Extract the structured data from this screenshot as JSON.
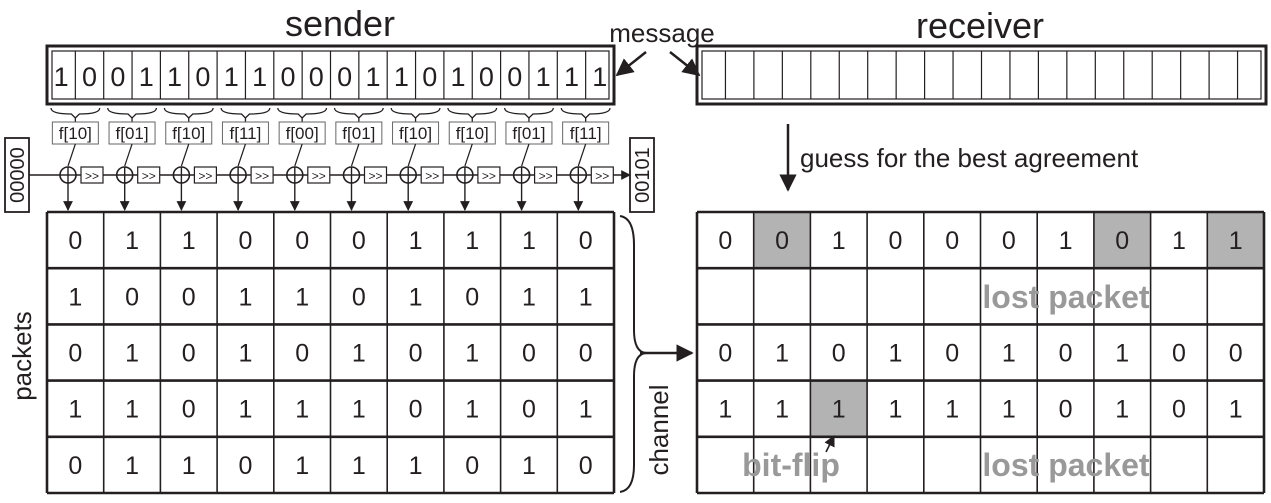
{
  "labels": {
    "sender": "sender",
    "receiver": "receiver",
    "message": "message",
    "guess": "guess for the best agreement",
    "packets": "packets",
    "channel": "channel",
    "lost_packet": "lost packet",
    "bit_flip": "bit-flip"
  },
  "sender_message": [
    "1",
    "0",
    "0",
    "1",
    "1",
    "0",
    "1",
    "1",
    "0",
    "0",
    "0",
    "1",
    "1",
    "0",
    "1",
    "0",
    "0",
    "1",
    "1",
    "1"
  ],
  "receiver_cells": 20,
  "functions": [
    "f[10]",
    "f[01]",
    "f[10]",
    "f[11]",
    "f[00]",
    "f[01]",
    "f[10]",
    "f[10]",
    "f[01]",
    "f[11]"
  ],
  "shift_label": ">>",
  "init_register": "00000",
  "final_register": "00101",
  "sender_packets": [
    [
      "0",
      "1",
      "1",
      "0",
      "0",
      "0",
      "1",
      "1",
      "1",
      "0"
    ],
    [
      "1",
      "0",
      "0",
      "1",
      "1",
      "0",
      "1",
      "0",
      "1",
      "1"
    ],
    [
      "0",
      "1",
      "0",
      "1",
      "0",
      "1",
      "0",
      "1",
      "0",
      "0"
    ],
    [
      "1",
      "1",
      "0",
      "1",
      "1",
      "1",
      "0",
      "1",
      "0",
      "1"
    ],
    [
      "0",
      "1",
      "1",
      "0",
      "1",
      "1",
      "1",
      "0",
      "1",
      "0"
    ]
  ],
  "receiver_packets": [
    {
      "type": "bits",
      "bits": [
        "0",
        "0",
        "1",
        "0",
        "0",
        "0",
        "1",
        "0",
        "1",
        "1"
      ],
      "highlight": [
        1,
        7,
        9
      ]
    },
    {
      "type": "lost"
    },
    {
      "type": "bits",
      "bits": [
        "0",
        "1",
        "0",
        "1",
        "0",
        "1",
        "0",
        "1",
        "0",
        "0"
      ],
      "highlight": []
    },
    {
      "type": "bits",
      "bits": [
        "1",
        "1",
        "1",
        "1",
        "1",
        "1",
        "0",
        "1",
        "0",
        "1"
      ],
      "highlight": [
        2
      ]
    },
    {
      "type": "lost_flip"
    }
  ],
  "colors": {
    "stroke": "#231f20",
    "highlight": "#b3b3b3",
    "overlay_text": "#999999",
    "function_box": "#666666"
  }
}
